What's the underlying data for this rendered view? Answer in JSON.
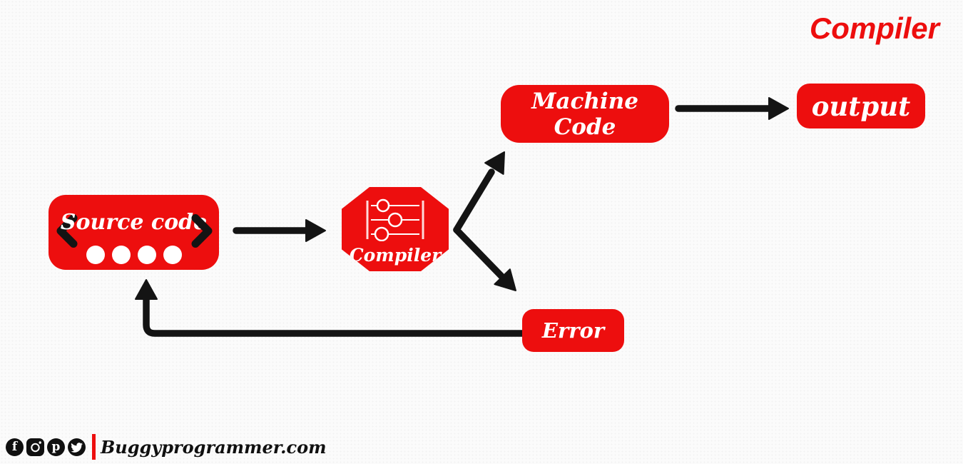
{
  "header": {
    "title": "Compiler",
    "title_color": "#ed0e0e"
  },
  "colors": {
    "accent_red": "#ed0e0e",
    "ink_black": "#141414",
    "background": "#fbfbfb",
    "node_text": "#ffffff"
  },
  "diagram": {
    "type": "flowchart",
    "nodes": {
      "source_code": {
        "label": "Source code",
        "shape": "rounded-rectangle",
        "icons": [
          "chevron-left-icon",
          "chevron-right-icon"
        ],
        "decoration": "four-white-dots"
      },
      "compiler": {
        "label": "Compiler",
        "shape": "octagon",
        "icon": "sliders-icon"
      },
      "machine_code": {
        "label": "Machine Code",
        "shape": "rounded-rectangle"
      },
      "output": {
        "label": "output",
        "shape": "rounded-rectangle"
      },
      "error": {
        "label": "Error",
        "shape": "rounded-rectangle"
      }
    },
    "edges": [
      {
        "from": "source_code",
        "to": "compiler"
      },
      {
        "from": "compiler",
        "to": "machine_code"
      },
      {
        "from": "compiler",
        "to": "error"
      },
      {
        "from": "machine_code",
        "to": "output"
      },
      {
        "from": "error",
        "to": "source_code",
        "note": "feedback loop"
      }
    ]
  },
  "footer": {
    "site_label": "Buggyprogrammer.com",
    "social_icons": [
      {
        "name": "facebook-icon",
        "glyph": "f"
      },
      {
        "name": "instagram-icon",
        "glyph": "camera"
      },
      {
        "name": "pinterest-icon",
        "glyph": "p"
      },
      {
        "name": "twitter-icon",
        "glyph": "bird"
      }
    ]
  }
}
